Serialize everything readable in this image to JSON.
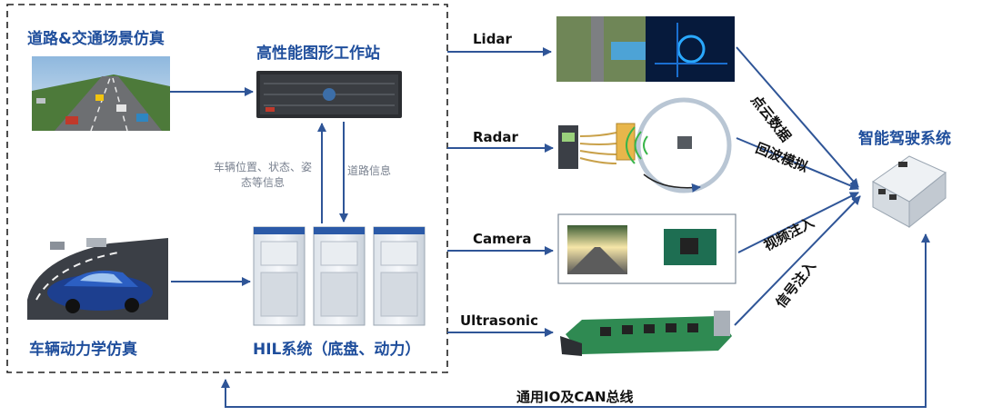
{
  "left_group": {
    "road_sim_label": "道路&交通场景仿真",
    "workstation_label": "高性能图形工作站",
    "vehicle_sim_label": "车辆动力学仿真",
    "hil_label": "HIL系统（底盘、动力）",
    "feedback_up_label": "车辆位置、状态、姿态等信息",
    "feedback_down_label": "道路信息"
  },
  "sensors": [
    {
      "name": "Lidar"
    },
    {
      "name": "Radar"
    },
    {
      "name": "Camera"
    },
    {
      "name": "Ultrasonic"
    }
  ],
  "signals": {
    "lidar": "点云数据",
    "radar": "回波模拟",
    "camera": "视频注入",
    "ultrasonic": "信号注入"
  },
  "target": {
    "label": "智能驾驶系统"
  },
  "bus": {
    "label": "通用IO及CAN总线"
  },
  "colors": {
    "accent": "#1f4e9c",
    "arrow": "#2f5597"
  }
}
